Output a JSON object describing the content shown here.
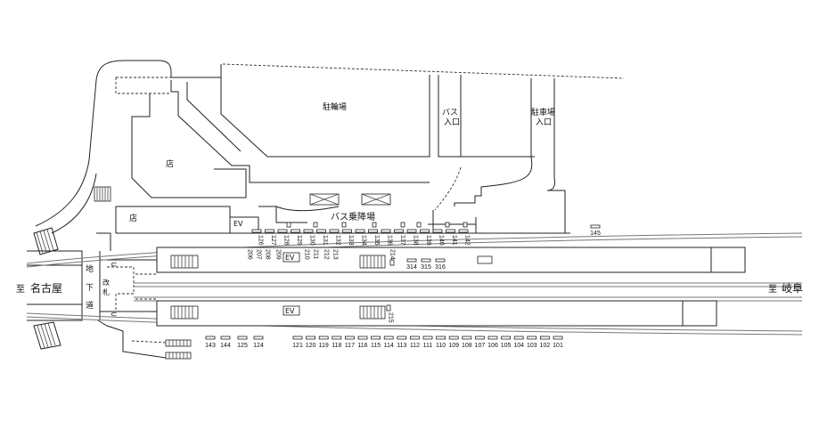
{
  "labels": {
    "bicycle_parking": "駐輪場",
    "bus_entrance": [
      "バス",
      "入口"
    ],
    "car_parking": [
      "駐車場",
      "入口"
    ],
    "shop_main": "店",
    "shop_small": "店",
    "ev_top": "EV",
    "bus_terminal": "バス乗降場",
    "underpass": [
      "地",
      "下",
      "道"
    ],
    "ticket_gate": [
      "改",
      "札"
    ],
    "to_nagoya_prefix": "至",
    "to_nagoya": "名古屋",
    "to_gifu_prefix": "至",
    "to_gifu": "岐阜",
    "ev_upper_platform": "EV",
    "ev_lower_platform": "EV",
    "u_mark_top": "⊂",
    "u_mark_bottom": "⊂"
  },
  "spots": {
    "row_1xx_north": [
      "126",
      "127",
      "128",
      "129",
      "130",
      "131",
      "132",
      "133",
      "134",
      "135",
      "136",
      "137",
      "138",
      "139",
      "140",
      "141",
      "142"
    ],
    "spot_145": "145",
    "row_2xx": [
      "206",
      "207",
      "208",
      "209",
      "210",
      "211",
      "212",
      "213",
      "214"
    ],
    "spot_215": "215",
    "row_3xx": [
      "314",
      "315",
      "316"
    ],
    "row_south_west": [
      "143",
      "144",
      "125",
      "124"
    ],
    "row_south_east": [
      "121",
      "120",
      "119",
      "118",
      "117",
      "116",
      "115",
      "114",
      "113",
      "112",
      "111",
      "110",
      "109",
      "108",
      "107",
      "106",
      "105",
      "104",
      "103",
      "102",
      "101"
    ]
  }
}
